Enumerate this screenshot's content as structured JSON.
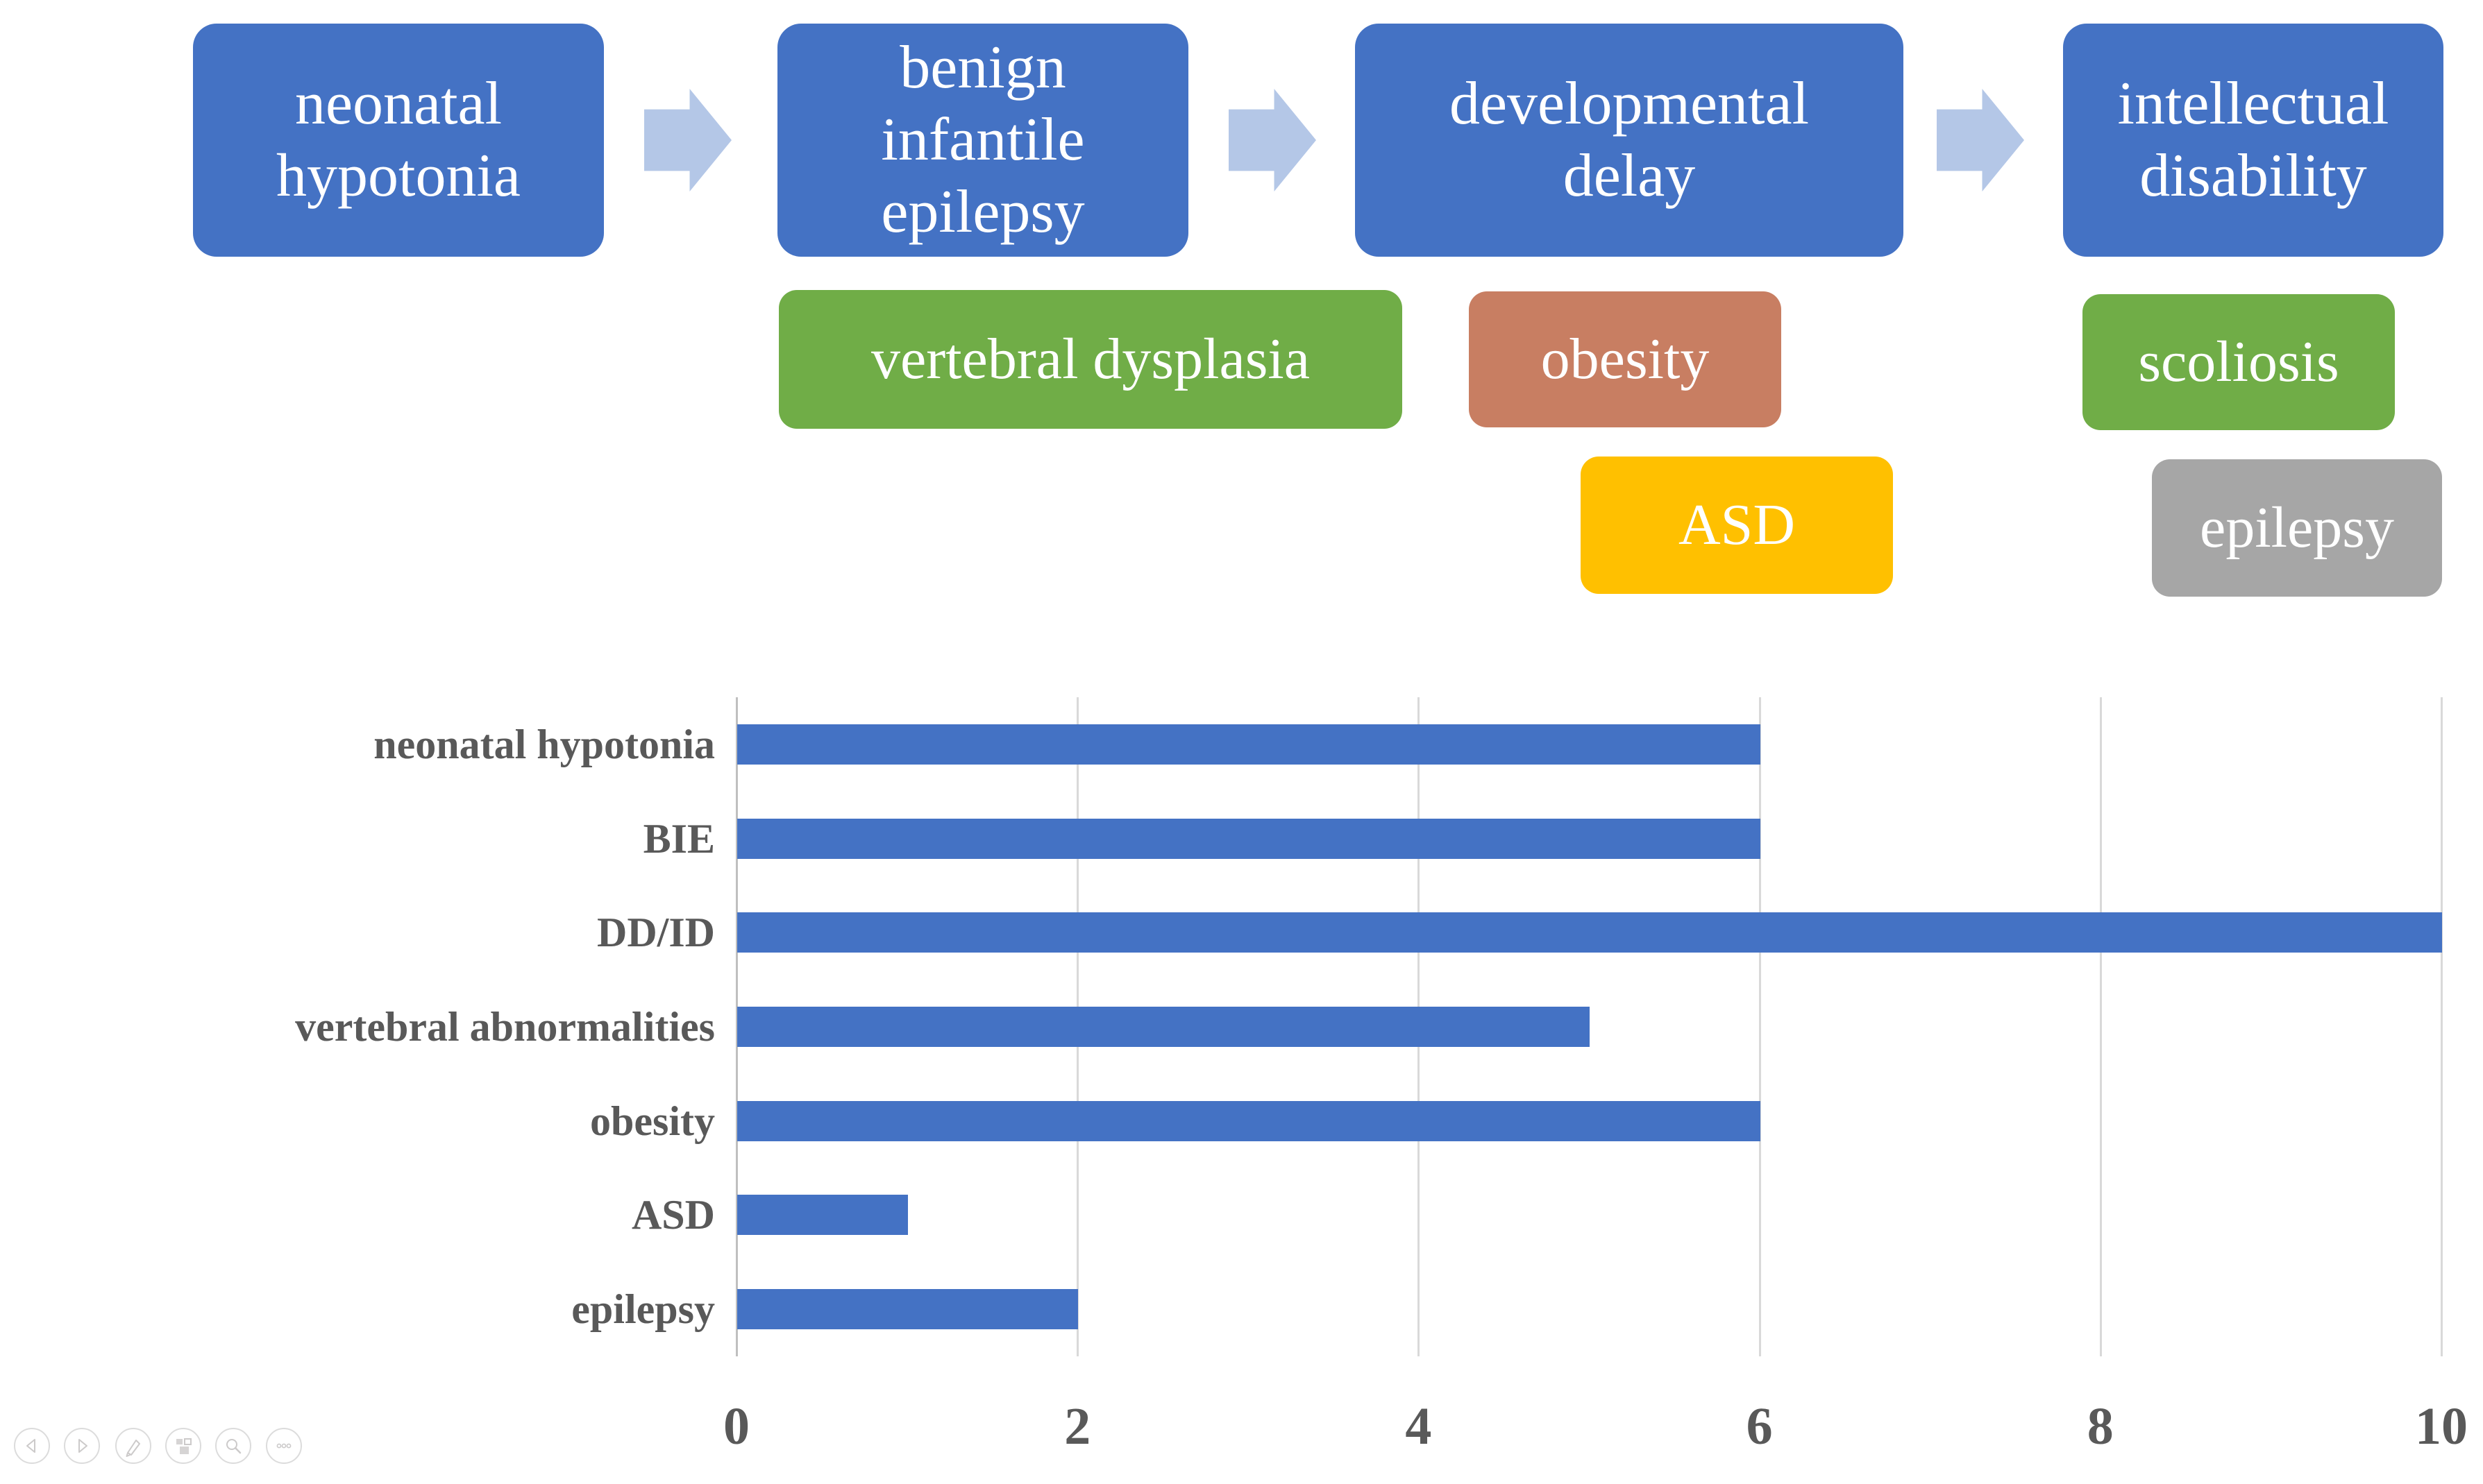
{
  "flow": {
    "box_color": "#4472C4",
    "arrow_color": "#B4C7E7",
    "primary": [
      {
        "label": "neonatal\nhypotonia"
      },
      {
        "label": "benign\ninfantile\nepilepsy"
      },
      {
        "label": "developmental\ndelay"
      },
      {
        "label": "intellectual\ndisability"
      }
    ],
    "secondary": [
      {
        "label": "vertebral dysplasia",
        "color": "#70AD47"
      },
      {
        "label": "obesity",
        "color": "#C87E62"
      },
      {
        "label": "scoliosis",
        "color": "#70AD47"
      },
      {
        "label": "ASD",
        "color": "#FFC000"
      },
      {
        "label": "epilepsy",
        "color": "#A6A6A6"
      }
    ]
  },
  "chart_data": {
    "type": "bar",
    "orientation": "horizontal",
    "title": "",
    "xlabel": "",
    "ylabel": "",
    "categories": [
      "neonatal hypotonia",
      "BIE",
      "DD/ID",
      "vertebral abnormalities",
      "obesity",
      "ASD",
      "epilepsy"
    ],
    "values": [
      6,
      6,
      10,
      5,
      6,
      1,
      2
    ],
    "xlim": [
      0,
      10
    ],
    "xticks": [
      0,
      2,
      4,
      6,
      8,
      10
    ],
    "grid": "vertical-only",
    "legend": "none",
    "bar_color": "#4472C4",
    "gridline_color": "#D9D9D9",
    "axis_line_color": "#BFBFBF",
    "label_color": "#595959"
  },
  "toolbar": {
    "buttons": [
      {
        "name": "previous"
      },
      {
        "name": "next"
      },
      {
        "name": "pen"
      },
      {
        "name": "slides"
      },
      {
        "name": "zoom"
      },
      {
        "name": "more"
      }
    ]
  }
}
